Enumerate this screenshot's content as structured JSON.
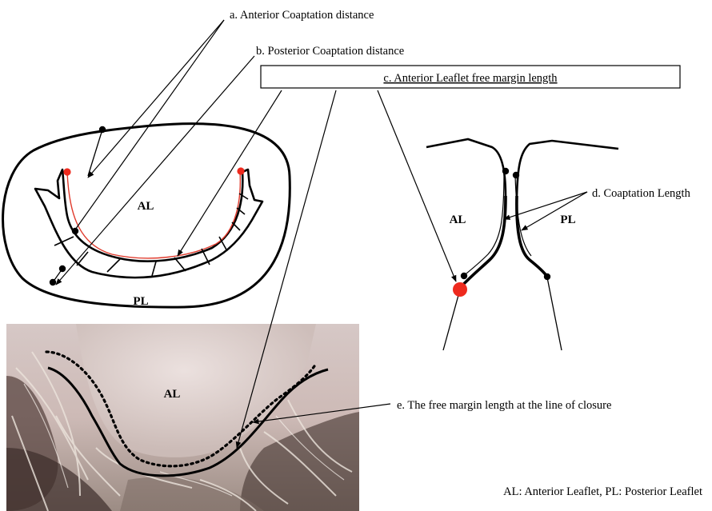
{
  "labels": {
    "anterior_coaptation": "a.  Anterior Coaptation distance",
    "posterior_coaptation": "b.  Posterior Coaptation distance",
    "anterior_free_margin": "c.  Anterior  Leaflet free margin length",
    "coaptation_length": "d.  Coaptation Length",
    "free_margin_closure": "e.  The free margin length at the line of closure"
  },
  "annulus_view": {
    "anterior_leaflet": "AL",
    "posterior_leaflet": "PL"
  },
  "section_view": {
    "anterior_leaflet": "AL",
    "posterior_leaflet": "PL"
  },
  "photo": {
    "anterior_leaflet": "AL"
  },
  "legend": "AL:  Anterior  Leaflet,  PL:  Posterior  Leaflet",
  "colors": {
    "outline": "#000000",
    "free_margin": "#e03a2c",
    "endpoint": "#ee2a1e"
  }
}
